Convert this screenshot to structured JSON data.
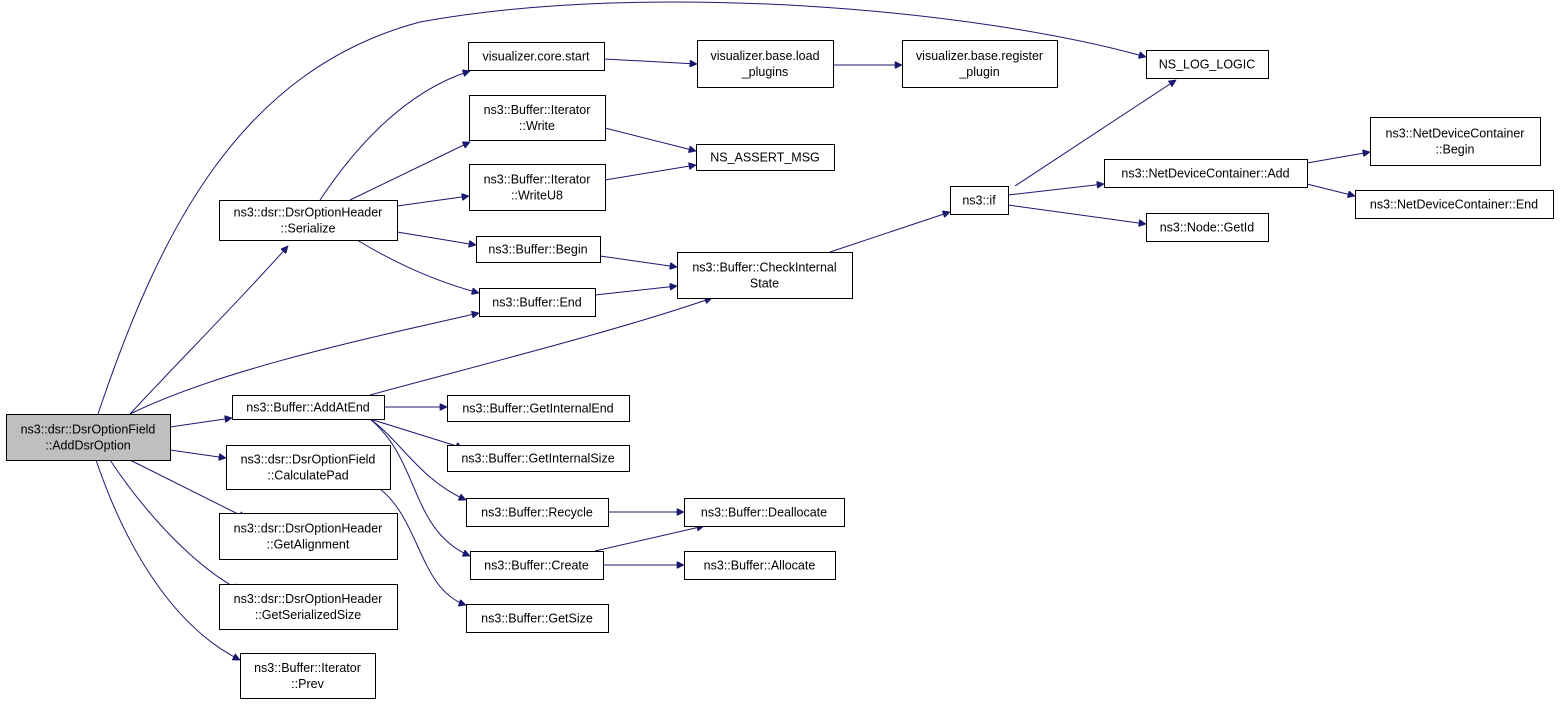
{
  "nodes": {
    "root": [
      "ns3::dsr::DsrOptionField",
      "::AddDsrOption"
    ],
    "serialize": [
      "ns3::dsr::DsrOptionHeader",
      "::Serialize"
    ],
    "add_at_end": [
      "ns3::Buffer::AddAtEnd"
    ],
    "calculate_pad": [
      "ns3::dsr::DsrOptionField",
      "::CalculatePad"
    ],
    "get_alignment": [
      "ns3::dsr::DsrOptionHeader",
      "::GetAlignment"
    ],
    "get_serialized_size": [
      "ns3::dsr::DsrOptionHeader",
      "::GetSerializedSize"
    ],
    "iterator_prev": [
      "ns3::Buffer::Iterator",
      "::Prev"
    ],
    "vis_core_start": [
      "visualizer.core.start"
    ],
    "iterator_write": [
      "ns3::Buffer::Iterator",
      "::Write"
    ],
    "iterator_write_u8": [
      "ns3::Buffer::Iterator",
      "::WriteU8"
    ],
    "buffer_begin": [
      "ns3::Buffer::Begin"
    ],
    "buffer_end": [
      "ns3::Buffer::End"
    ],
    "vis_base_load_plugins": [
      "visualizer.base.load",
      "_plugins"
    ],
    "vis_base_register_plugin": [
      "visualizer.base.register",
      "_plugin"
    ],
    "ns_assert_msg": [
      "NS_ASSERT_MSG"
    ],
    "check_internal_state": [
      "ns3::Buffer::CheckInternal",
      "State"
    ],
    "ns_log_logic": [
      "NS_LOG_LOGIC"
    ],
    "ns3_if": [
      "ns3::if"
    ],
    "netdevice_add": [
      "ns3::NetDeviceContainer::Add"
    ],
    "node_get_id": [
      "ns3::Node::GetId"
    ],
    "netdevice_begin": [
      "ns3::NetDeviceContainer",
      "::Begin"
    ],
    "netdevice_end": [
      "ns3::NetDeviceContainer::End"
    ],
    "get_internal_end": [
      "ns3::Buffer::GetInternalEnd"
    ],
    "get_internal_size": [
      "ns3::Buffer::GetInternalSize"
    ],
    "buffer_recycle": [
      "ns3::Buffer::Recycle"
    ],
    "buffer_create": [
      "ns3::Buffer::Create"
    ],
    "buffer_get_size": [
      "ns3::Buffer::GetSize"
    ],
    "buffer_deallocate": [
      "ns3::Buffer::Deallocate"
    ],
    "buffer_allocate": [
      "ns3::Buffer::Allocate"
    ]
  },
  "colors": {
    "edge": "#191970",
    "root_fill": "#bfbfbf",
    "node_fill": "#ffffff",
    "node_border": "#000000"
  }
}
